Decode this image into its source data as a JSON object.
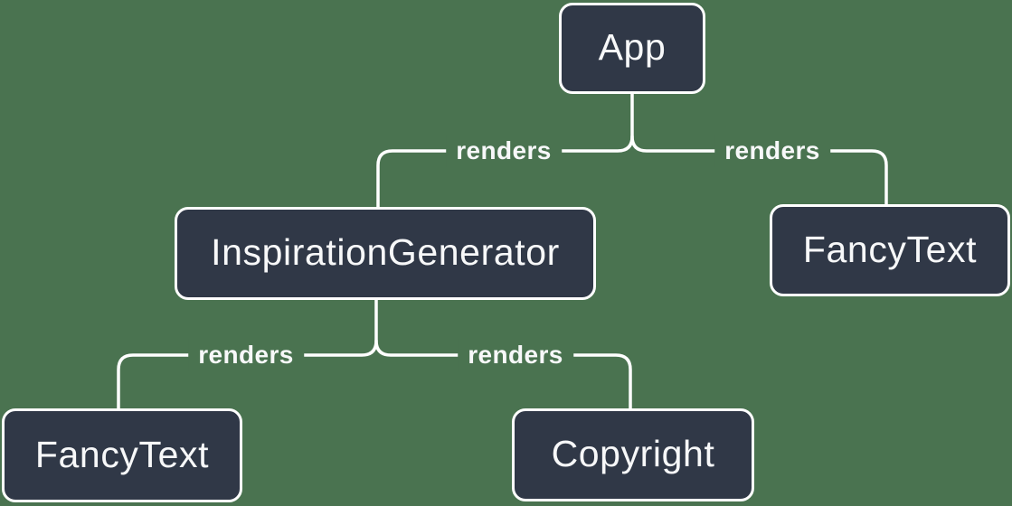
{
  "theme": {
    "background_color": "#4A7350",
    "node_fill_color": "#303847",
    "line_color": "#FFFFFF",
    "text_color": "#F7F8F9"
  },
  "diagram": {
    "type": "tree",
    "description": "React render tree",
    "nodes": [
      {
        "id": "app",
        "label": "App"
      },
      {
        "id": "inspiration-generator",
        "label": "InspirationGenerator"
      },
      {
        "id": "fancy-text-right",
        "label": "FancyText"
      },
      {
        "id": "fancy-text-bottom",
        "label": "FancyText"
      },
      {
        "id": "copyright",
        "label": "Copyright"
      }
    ],
    "edges": [
      {
        "from": "App",
        "to": "InspirationGenerator",
        "label": "renders"
      },
      {
        "from": "App",
        "to": "FancyText",
        "label": "renders"
      },
      {
        "from": "InspirationGenerator",
        "to": "FancyText",
        "label": "renders"
      },
      {
        "from": "InspirationGenerator",
        "to": "Copyright",
        "label": "renders"
      }
    ]
  }
}
